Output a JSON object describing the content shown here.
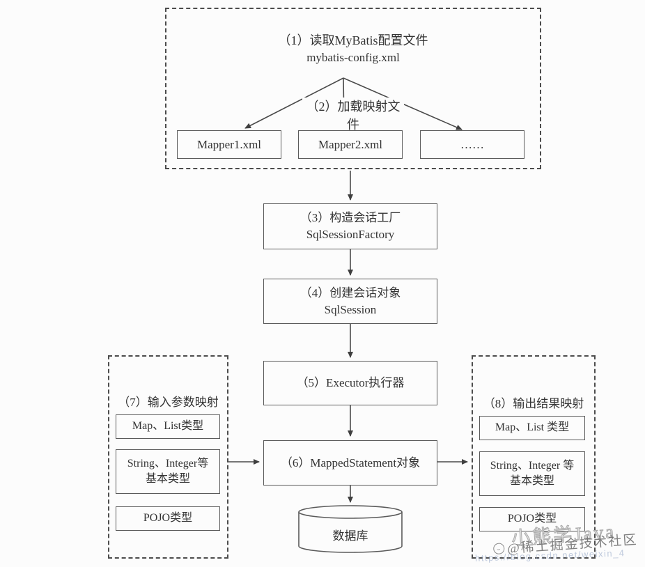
{
  "colors": {
    "background": "#fcfcfc",
    "line": "#4a4a4a",
    "text": "#333333",
    "watermark_outline": "#aaaaaa",
    "watermark_text": "#696969",
    "watermark_url": "#8ca0c3"
  },
  "diagram": {
    "config_group": {
      "step1_line1": "（1）读取MyBatis配置文件",
      "step1_line2": "mybatis-config.xml",
      "step2_label": "（2）加载映射文件",
      "mappers": [
        "Mapper1.xml",
        "Mapper2.xml",
        "……"
      ]
    },
    "flow": {
      "step3_line1": "（3）构造会话工厂",
      "step3_line2": "SqlSessionFactory",
      "step4_line1": "（4）创建会话对象",
      "step4_line2": "SqlSession",
      "step5_label": "（5）Executor执行器",
      "step6_label": "（6）MappedStatement对象",
      "database_label": "数据库"
    },
    "input_group": {
      "title": "（7）输入参数映射",
      "boxes": [
        {
          "line1": "Map、List类型"
        },
        {
          "line1": "String、Integer等",
          "line2": "基本类型"
        },
        {
          "line1": "POJO类型"
        }
      ]
    },
    "output_group": {
      "title": "（8）输出结果映射",
      "boxes": [
        {
          "line1": "Map、List 类型"
        },
        {
          "line1": "String、Integer 等",
          "line2": "基本类型"
        },
        {
          "line1": "POJO类型"
        }
      ]
    },
    "watermark": {
      "author": "小熊学Java",
      "community": "@稀土掘金技术社区",
      "url": "https://blog.csdn.net/weixin_4"
    }
  }
}
